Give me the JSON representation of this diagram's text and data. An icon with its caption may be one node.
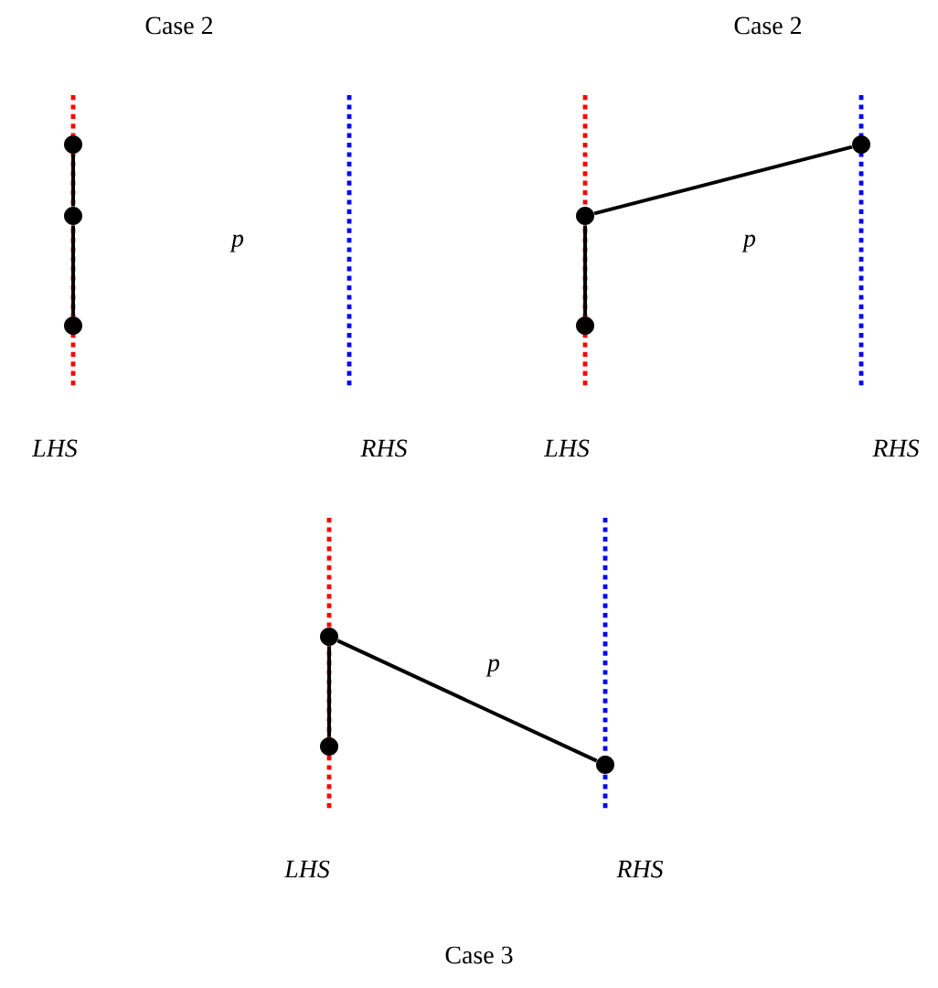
{
  "diagram": {
    "nodes": [
      {
        "text": [],
        "shape": "circle"
      },
      {
        "text": [],
        "shape": "circle"
      },
      {
        "text": [],
        "shape": "circle"
      },
      {
        "text": [],
        "shape": "circle"
      },
      {
        "text": [],
        "shape": "circle"
      },
      {
        "text": [],
        "shape": "circle"
      },
      {
        "text": [],
        "shape": "circle"
      },
      {
        "text": [],
        "shape": "circle"
      },
      {
        "text": [],
        "shape": "circle"
      }
    ],
    "edges": [
      {
        "from": 0,
        "to": 1,
        "arrow": "none"
      },
      {
        "from": 1,
        "to": 2,
        "arrow": "none"
      },
      {
        "from": 3,
        "to": 4,
        "arrow": "none"
      },
      {
        "from": 3,
        "to": 5,
        "arrow": "none"
      },
      {
        "from": 6,
        "to": 7,
        "arrow": "none"
      },
      {
        "from": 6,
        "to": 8,
        "arrow": "none"
      }
    ],
    "labels": [
      "Case 2",
      "Case 2",
      "*p*",
      "*p*",
      "*LHS*",
      "*RHS*",
      "*LHS*",
      "*RHS*",
      "*p*",
      "*LHS*",
      "*RHS*",
      "Case 3"
    ]
  }
}
